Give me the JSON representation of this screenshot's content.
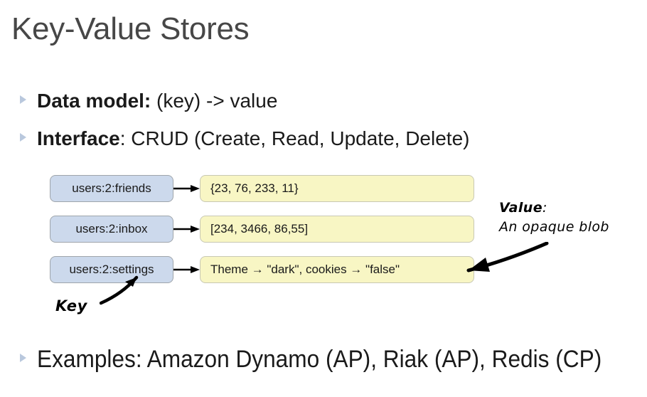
{
  "slide": {
    "title": "Key-Value Stores",
    "background_color": "#ffffff",
    "title_color": "#474747",
    "bullet_marker_color": "#b9c8dd"
  },
  "bullets": [
    {
      "id": "data-model",
      "lead": "Data model:",
      "rest": " (key) -> value"
    },
    {
      "id": "interface",
      "lead": "Interface",
      "rest": ": CRUD (Create, Read, Update, Delete)"
    },
    {
      "id": "examples",
      "lead": "",
      "rest": "Examples: Amazon Dynamo (AP), Riak (AP), Redis (CP)"
    }
  ],
  "diagram": {
    "key_box_color": "#ccd9ec",
    "key_box_border": "#9fa5ab",
    "value_box_color": "#f8f6c4",
    "value_box_border": "#c8c8b4",
    "arrow_color": "#000000",
    "rows": [
      {
        "key": "users:2:friends",
        "value": "{23, 76, 233, 11}"
      },
      {
        "key": "users:2:inbox",
        "value": "[234, 3466, 86,55]"
      },
      {
        "key": "users:2:settings",
        "value": "Theme → \"dark\", cookies  → \"false\""
      }
    ]
  },
  "annotations": {
    "value_label": "Value",
    "value_colon": ":",
    "value_description": "An opaque blob",
    "key_label": "Key"
  }
}
